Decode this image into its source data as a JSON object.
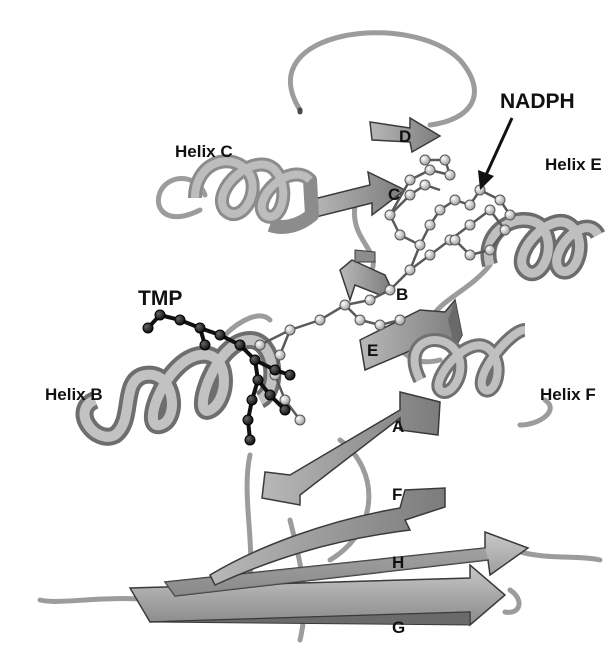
{
  "labels": {
    "nadph": "NADPH",
    "tmp": "TMP",
    "helix_b": "Helix B",
    "helix_c": "Helix C",
    "helix_e": "Helix E",
    "helix_f": "Helix F"
  },
  "strands": {
    "a": "A",
    "b": "B",
    "c": "C",
    "d": "D",
    "e": "E",
    "f": "F",
    "g": "G",
    "h": "H"
  },
  "colors": {
    "ribbon": "#a9a9a9",
    "ribbon_dark": "#6a6a6a",
    "ligand_nadph": "#e6e6e6",
    "ligand_tmp": "#222222",
    "outline": "#3a3a3a"
  }
}
